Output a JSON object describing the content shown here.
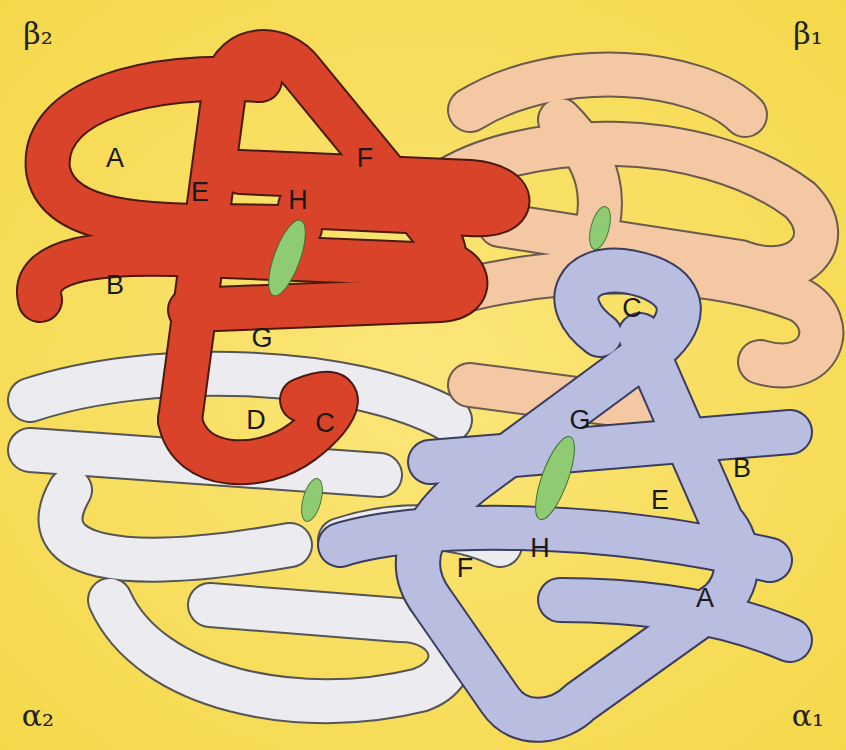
{
  "diagram": {
    "labels": [
      "β₂",
      "β₁",
      "A",
      "F",
      "E",
      "H",
      "B",
      "C",
      "G",
      "D",
      "C",
      "G",
      "B",
      "E",
      "H",
      "F",
      "A",
      "α₂",
      "α₁"
    ]
  }
}
